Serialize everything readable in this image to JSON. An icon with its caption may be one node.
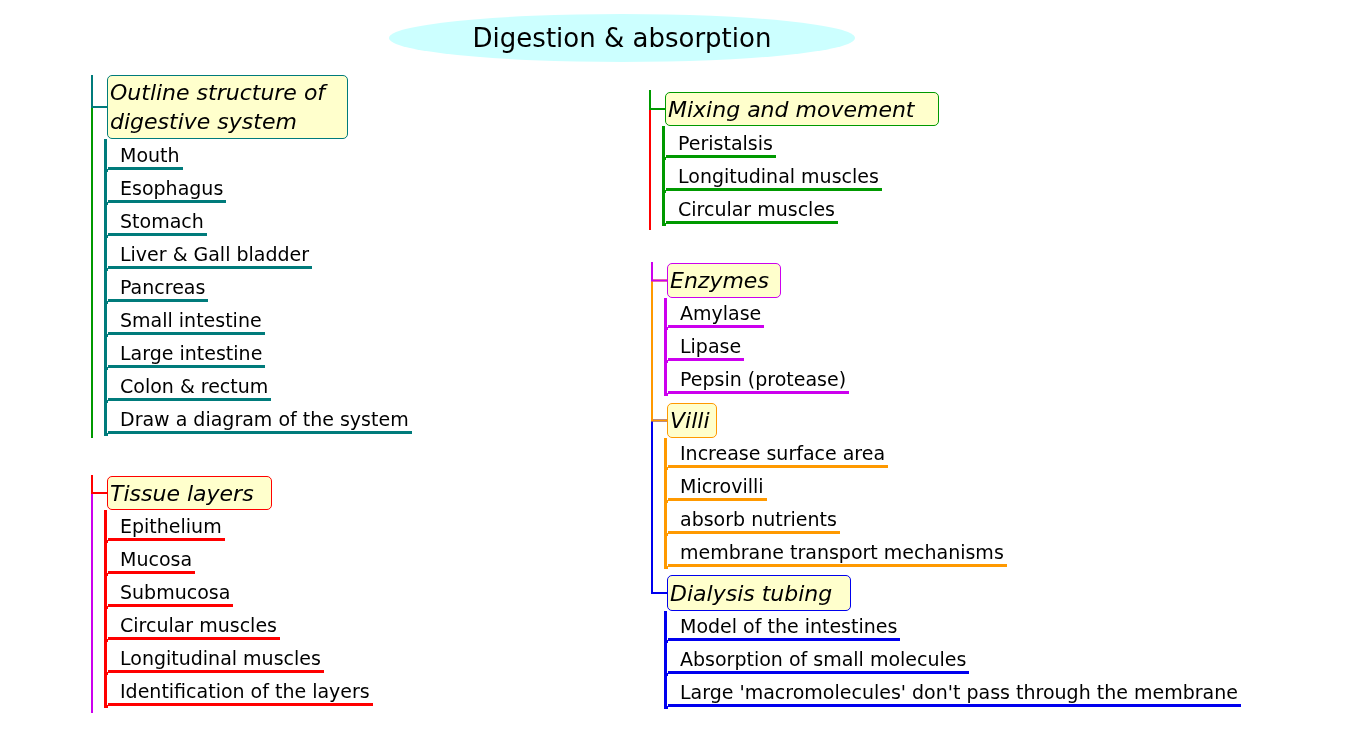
{
  "diagram": {
    "nodes": [
      {
        "text": [
          "Digestion & absorption"
        ]
      },
      {
        "text": [
          "Outline structure of digestive system"
        ]
      },
      {
        "text": [
          "Mouth"
        ]
      },
      {
        "text": [
          "Esophagus"
        ]
      },
      {
        "text": [
          "Stomach"
        ]
      },
      {
        "text": [
          "Liver & Gall bladder"
        ]
      },
      {
        "text": [
          "Pancreas"
        ]
      },
      {
        "text": [
          "Small intestine"
        ]
      },
      {
        "text": [
          "Large intestine"
        ]
      },
      {
        "text": [
          "Colon & rectum"
        ]
      },
      {
        "text": [
          "Draw a diagram of the system"
        ]
      },
      {
        "text": [
          "Tissue layers"
        ]
      },
      {
        "text": [
          "Epithelium"
        ]
      },
      {
        "text": [
          "Mucosa"
        ]
      },
      {
        "text": [
          "Submucosa"
        ]
      },
      {
        "text": [
          "Circular muscles"
        ]
      },
      {
        "text": [
          "Longitudinal muscles"
        ]
      },
      {
        "text": [
          "Identification of the layers"
        ]
      },
      {
        "text": [
          "Mixing and movement"
        ]
      },
      {
        "text": [
          "Peristalsis"
        ]
      },
      {
        "text": [
          "Longitudinal muscles"
        ]
      },
      {
        "text": [
          "Circular muscles"
        ]
      },
      {
        "text": [
          "Enzymes"
        ]
      },
      {
        "text": [
          "Amylase"
        ]
      },
      {
        "text": [
          "Lipase"
        ]
      },
      {
        "text": [
          "Pepsin (protease)"
        ]
      },
      {
        "text": [
          "Villi"
        ]
      },
      {
        "text": [
          "Increase surface area"
        ]
      },
      {
        "text": [
          "Microvilli"
        ]
      },
      {
        "text": [
          "absorb nutrients"
        ]
      },
      {
        "text": [
          "membrane transport mechanisms"
        ]
      },
      {
        "text": [
          "Dialysis tubing"
        ]
      },
      {
        "text": [
          "Model of the intestines"
        ]
      },
      {
        "text": [
          "Absorption of small molecules"
        ]
      },
      {
        "text": [
          "Large 'macromolecules' don't pass through the membrane"
        ]
      }
    ],
    "edges": [
      {
        "from": null,
        "to": 1,
        "arrow": "none",
        "color": "#007b7b"
      },
      {
        "from": 1,
        "to": 2,
        "arrow": "none",
        "color": "#007b7b"
      },
      {
        "from": 1,
        "to": 3,
        "arrow": "none",
        "color": "#007b7b"
      },
      {
        "from": 1,
        "to": 4,
        "arrow": "none",
        "color": "#007b7b"
      },
      {
        "from": 1,
        "to": 5,
        "arrow": "none",
        "color": "#007b7b"
      },
      {
        "from": 1,
        "to": 6,
        "arrow": "none",
        "color": "#007b7b"
      },
      {
        "from": 1,
        "to": 7,
        "arrow": "none",
        "color": "#007b7b"
      },
      {
        "from": 1,
        "to": 8,
        "arrow": "none",
        "color": "#007b7b"
      },
      {
        "from": 1,
        "to": 9,
        "arrow": "none",
        "color": "#007b7b"
      },
      {
        "from": 1,
        "to": 10,
        "arrow": "none",
        "color": "#007b7b"
      },
      {
        "from": null,
        "to": 11,
        "arrow": "none",
        "color": "#ff0000"
      },
      {
        "from": 11,
        "to": 12,
        "arrow": "none",
        "color": "#ff0000"
      },
      {
        "from": 11,
        "to": 13,
        "arrow": "none",
        "color": "#ff0000"
      },
      {
        "from": 11,
        "to": 14,
        "arrow": "none",
        "color": "#ff0000"
      },
      {
        "from": 11,
        "to": 15,
        "arrow": "none",
        "color": "#ff0000"
      },
      {
        "from": 11,
        "to": 16,
        "arrow": "none",
        "color": "#ff0000"
      },
      {
        "from": 11,
        "to": 17,
        "arrow": "none",
        "color": "#ff0000"
      },
      {
        "from": null,
        "to": 18,
        "arrow": "none",
        "color": "#009900"
      },
      {
        "from": 18,
        "to": 19,
        "arrow": "none",
        "color": "#009900"
      },
      {
        "from": 18,
        "to": 20,
        "arrow": "none",
        "color": "#009900"
      },
      {
        "from": 18,
        "to": 21,
        "arrow": "none",
        "color": "#009900"
      },
      {
        "from": null,
        "to": 22,
        "arrow": "none",
        "color": "#cc00ee"
      },
      {
        "from": 22,
        "to": 23,
        "arrow": "none",
        "color": "#cc00ee"
      },
      {
        "from": 22,
        "to": 24,
        "arrow": "none",
        "color": "#cc00ee"
      },
      {
        "from": 22,
        "to": 25,
        "arrow": "none",
        "color": "#cc00ee"
      },
      {
        "from": 22,
        "to": 26,
        "arrow": "none",
        "color": "#ff9900"
      },
      {
        "from": 26,
        "to": 27,
        "arrow": "none",
        "color": "#ff9900"
      },
      {
        "from": 26,
        "to": 28,
        "arrow": "none",
        "color": "#ff9900"
      },
      {
        "from": 26,
        "to": 29,
        "arrow": "none",
        "color": "#ff9900"
      },
      {
        "from": 26,
        "to": 30,
        "arrow": "none",
        "color": "#ff9900"
      },
      {
        "from": 26,
        "to": 31,
        "arrow": "none",
        "color": "#0000ee"
      },
      {
        "from": 31,
        "to": 32,
        "arrow": "none",
        "color": "#0000ee"
      },
      {
        "from": 31,
        "to": 33,
        "arrow": "none",
        "color": "#0000ee"
      },
      {
        "from": 31,
        "to": 34,
        "arrow": "none",
        "color": "#0000ee"
      }
    ]
  }
}
